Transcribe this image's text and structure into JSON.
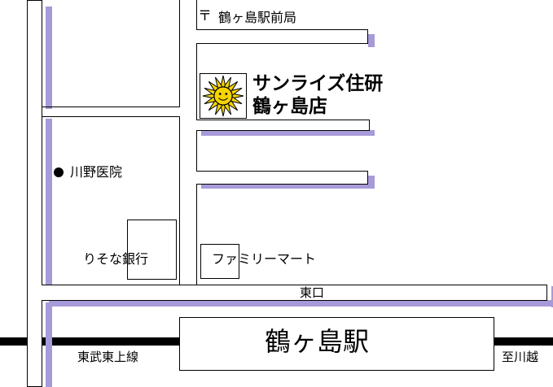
{
  "colors": {
    "background": "#ffffff",
    "road_shadow": "#a79ad8",
    "road_fill": "#ffffff",
    "outline": "#000000",
    "rail": "#000000",
    "sun_fill": "#f5d400",
    "marker": "#000000"
  },
  "labels": {
    "post_office_symbol": "〒",
    "post_office": "鶴ヶ島駅前局",
    "shop_line1": "サンライズ住研",
    "shop_line2": "鶴ヶ島店",
    "clinic": "川野医院",
    "bank": "りそな銀行",
    "convenience_store": "ファミリーマート",
    "east_exit": "東口",
    "station": "鶴ヶ島駅",
    "rail_line": "東武東上線",
    "direction": "至川越"
  },
  "icons": {
    "shop_logo": "smiling-sun-icon",
    "clinic_marker": "filled-circle-icon"
  }
}
